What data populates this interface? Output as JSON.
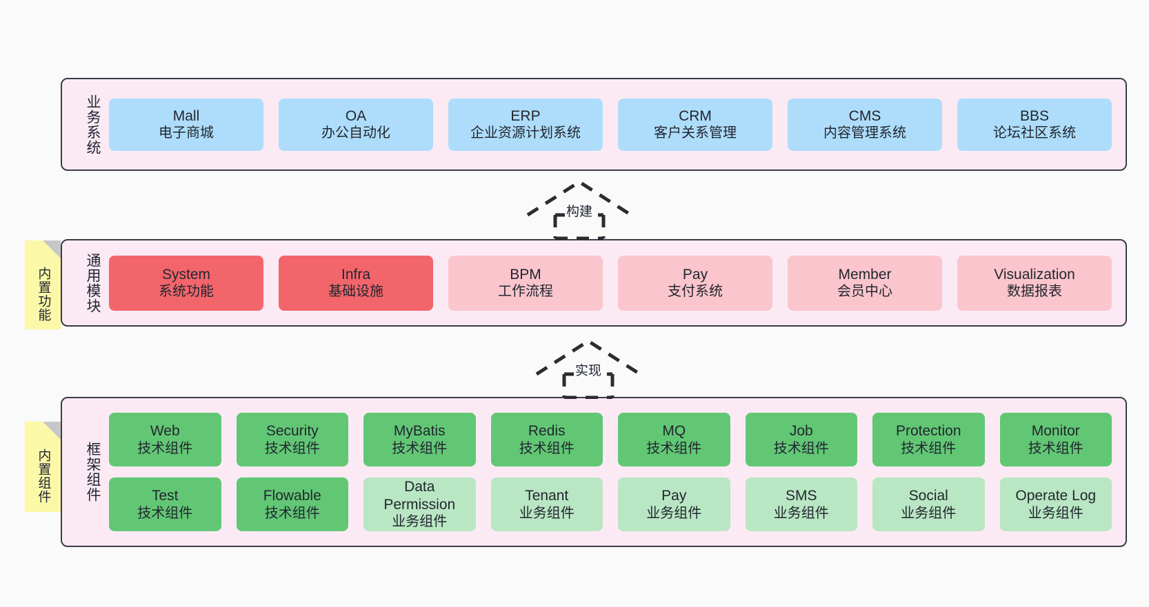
{
  "diagram": {
    "background_color": "#fafafa",
    "layer_fill": "#fbeaf4",
    "layer_border": "#3b3b46"
  },
  "layers": [
    {
      "id": "business",
      "title": "业务系统",
      "accent": "#aeddfb",
      "rows": [
        [
          {
            "en": "Mall",
            "cn": "电子商城"
          },
          {
            "en": "OA",
            "cn": "办公自动化"
          },
          {
            "en": "ERP",
            "cn": "企业资源计划系统"
          },
          {
            "en": "CRM",
            "cn": "客户关系管理"
          },
          {
            "en": "CMS",
            "cn": "内容管理系统"
          },
          {
            "en": "BBS",
            "cn": "论坛社区系统"
          }
        ]
      ]
    },
    {
      "id": "modules",
      "title": "通用模块",
      "accent_strong": "#f2656b",
      "accent_light": "#fbc5cd",
      "rows": [
        [
          {
            "en": "System",
            "cn": "系统功能",
            "style": "strong"
          },
          {
            "en": "Infra",
            "cn": "基础设施",
            "style": "strong"
          },
          {
            "en": "BPM",
            "cn": "工作流程",
            "style": "light"
          },
          {
            "en": "Pay",
            "cn": "支付系统",
            "style": "light"
          },
          {
            "en": "Member",
            "cn": "会员中心",
            "style": "light"
          },
          {
            "en": "Visualization",
            "cn": "数据报表",
            "style": "light"
          }
        ]
      ]
    },
    {
      "id": "framework",
      "title": "框架组件",
      "accent_tech": "#62c775",
      "accent_biz": "#b9e6c3",
      "rows": [
        [
          {
            "en": "Web",
            "cn": "技术组件",
            "style": "tech"
          },
          {
            "en": "Security",
            "cn": "技术组件",
            "style": "tech"
          },
          {
            "en": "MyBatis",
            "cn": "技术组件",
            "style": "tech"
          },
          {
            "en": "Redis",
            "cn": "技术组件",
            "style": "tech"
          },
          {
            "en": "MQ",
            "cn": "技术组件",
            "style": "tech"
          },
          {
            "en": "Job",
            "cn": "技术组件",
            "style": "tech"
          },
          {
            "en": "Protection",
            "cn": "技术组件",
            "style": "tech"
          },
          {
            "en": "Monitor",
            "cn": "技术组件",
            "style": "tech"
          }
        ],
        [
          {
            "en": "Test",
            "cn": "技术组件",
            "style": "tech"
          },
          {
            "en": "Flowable",
            "cn": "技术组件",
            "style": "tech"
          },
          {
            "en": "Data Permission",
            "cn": "业务组件",
            "style": "biz"
          },
          {
            "en": "Tenant",
            "cn": "业务组件",
            "style": "biz"
          },
          {
            "en": "Pay",
            "cn": "业务组件",
            "style": "biz"
          },
          {
            "en": "SMS",
            "cn": "业务组件",
            "style": "biz"
          },
          {
            "en": "Social",
            "cn": "业务组件",
            "style": "biz"
          },
          {
            "en": "Operate Log",
            "cn": "业务组件",
            "style": "biz"
          }
        ]
      ]
    }
  ],
  "sticky_notes": [
    {
      "id": "modules",
      "label": "内置功能",
      "color": "#fbf8a8"
    },
    {
      "id": "framework",
      "label": "内置组件",
      "color": "#fbf8a8"
    }
  ],
  "arrows": [
    {
      "id": "build",
      "label": "构建",
      "style": "dashed-generalization",
      "direction": "up"
    },
    {
      "id": "implement",
      "label": "实现",
      "style": "dashed-generalization",
      "direction": "up"
    }
  ]
}
